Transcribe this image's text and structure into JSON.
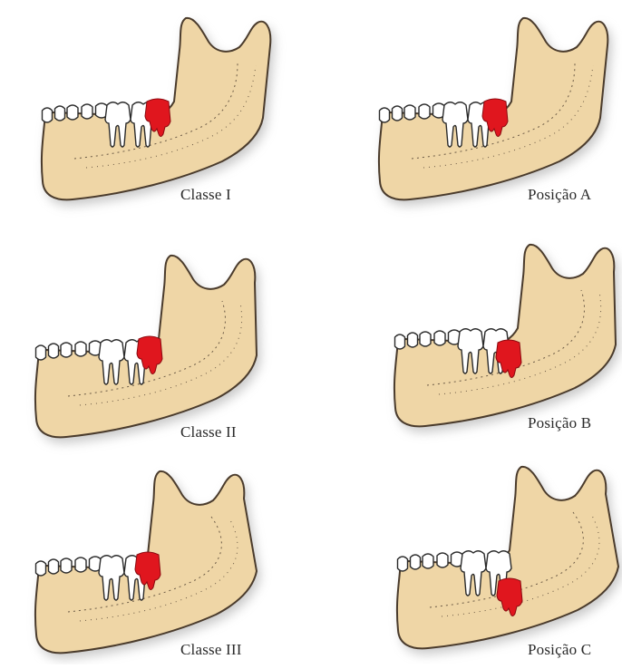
{
  "background": "#ffffff",
  "colors": {
    "bone": "#efd6a6",
    "bone_outline": "#4a3b2c",
    "bone_shadow": "#9a9a9a",
    "canal": "#6b5a45",
    "tooth": "#ffffff",
    "tooth_outline": "#2b2b2b",
    "impacted_tooth": "#e0161e",
    "caption_text": "#2a2a2a"
  },
  "panels": [
    {
      "id": "classe-1",
      "caption": "Classe I",
      "ramus_gap": "large",
      "depth": "A"
    },
    {
      "id": "posicao-a",
      "caption": "Posição A",
      "ramus_gap": "large",
      "depth": "A"
    },
    {
      "id": "classe-2",
      "caption": "Classe II",
      "ramus_gap": "partial",
      "depth": "A"
    },
    {
      "id": "posicao-b",
      "caption": "Posição B",
      "ramus_gap": "partial",
      "depth": "B"
    },
    {
      "id": "classe-3",
      "caption": "Classe III",
      "ramus_gap": "none",
      "depth": "A"
    },
    {
      "id": "posicao-c",
      "caption": "Posição C",
      "ramus_gap": "none",
      "depth": "C"
    }
  ]
}
